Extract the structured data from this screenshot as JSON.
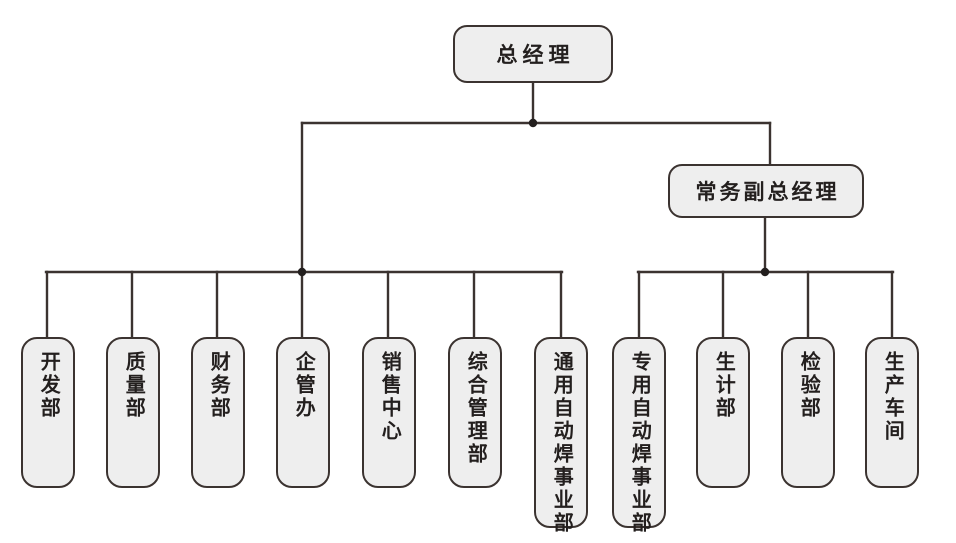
{
  "chart": {
    "title_node": {
      "label": "总经理"
    },
    "second_level": [
      {
        "label": "常务副总经理"
      }
    ],
    "left_branch_departments": [
      {
        "label": "开发部"
      },
      {
        "label": "质量部"
      },
      {
        "label": "财务部"
      },
      {
        "label": "企管办"
      },
      {
        "label": "销售中心"
      },
      {
        "label": "综合管理部"
      },
      {
        "label": "通用自动焊事业部"
      }
    ],
    "right_branch_departments": [
      {
        "label": "专用自动焊事业部"
      },
      {
        "label": "生计部"
      },
      {
        "label": "检验部"
      },
      {
        "label": "生产车间"
      }
    ],
    "colors": {
      "node_fill": "#eeeeee",
      "node_border": "#3b3330",
      "connector": "#3b3330",
      "text": "#231f1e",
      "background": "#ffffff"
    }
  }
}
